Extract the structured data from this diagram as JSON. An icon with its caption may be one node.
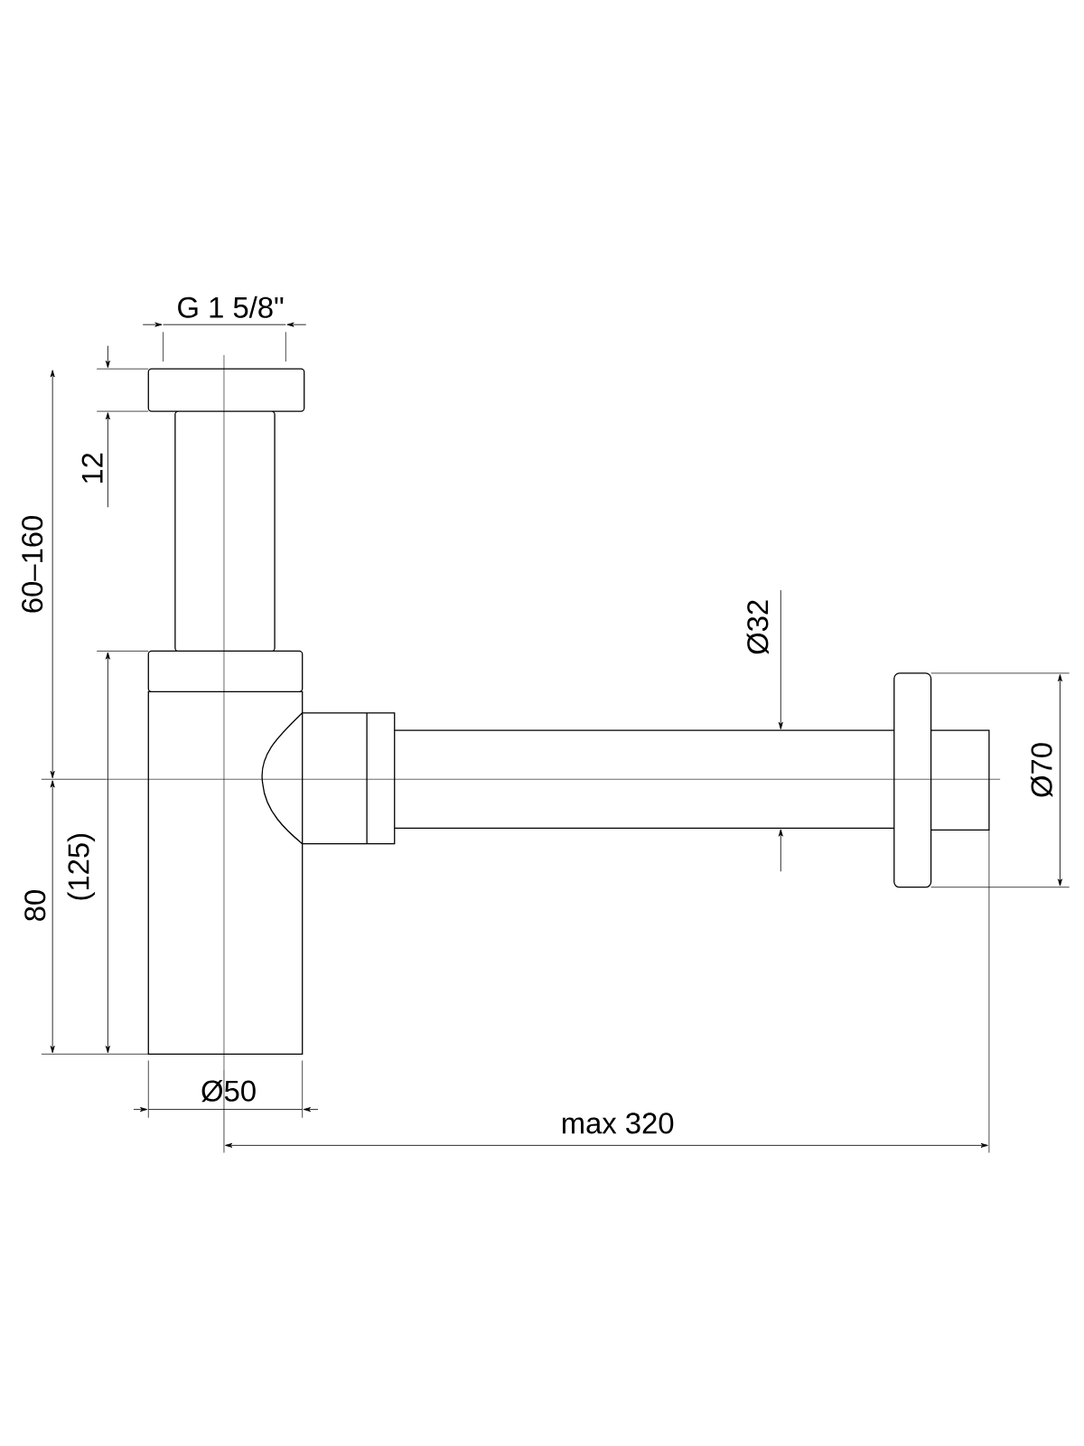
{
  "diagram": {
    "labels": [
      "G 1 5/8\"",
      "12",
      "60–160",
      "Ø32",
      "Ø70",
      "80",
      "(125)",
      "Ø50",
      "max 320"
    ]
  }
}
